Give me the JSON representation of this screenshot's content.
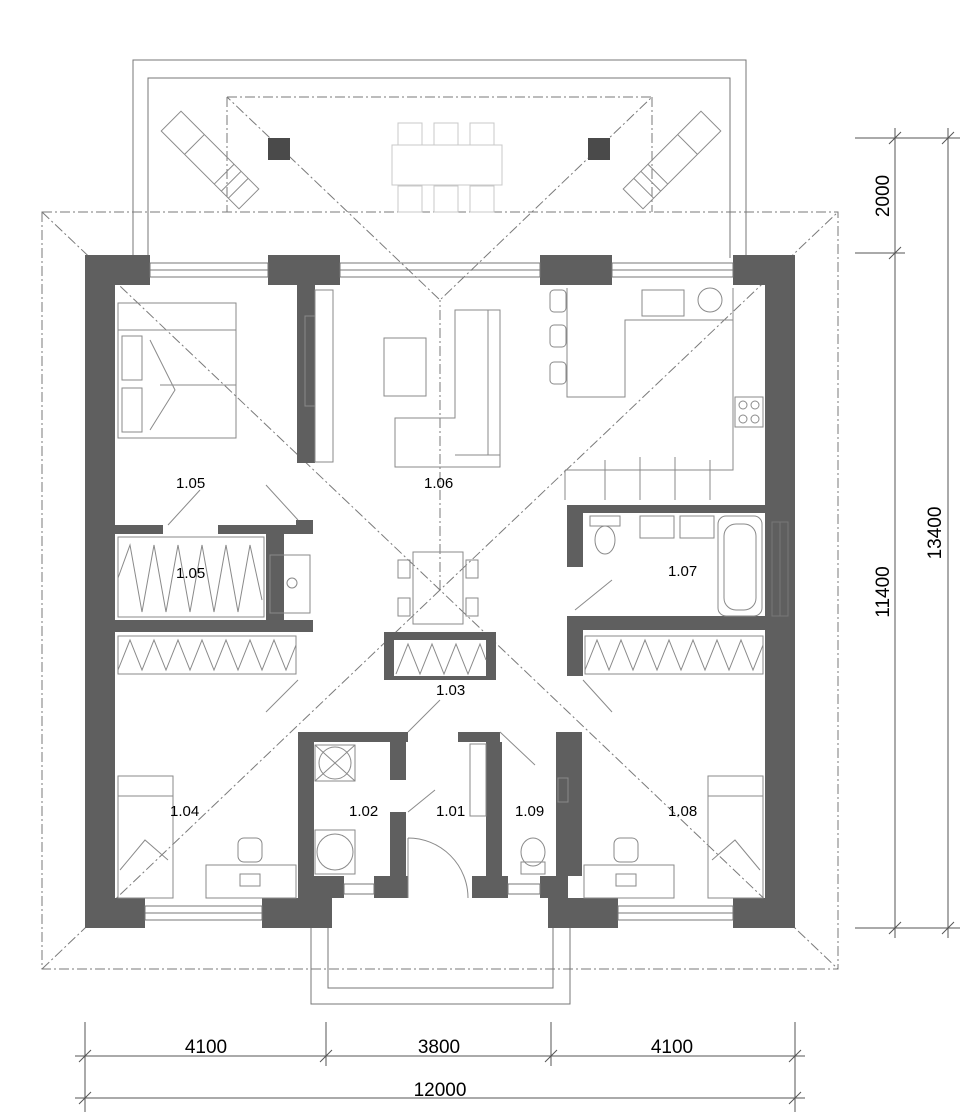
{
  "rooms": {
    "r105a": "1.05",
    "r106": "1.06",
    "r105b": "1.05",
    "r107": "1.07",
    "r103": "1.03",
    "r104": "1.04",
    "r102": "1.02",
    "r101": "1.01",
    "r109": "1.09",
    "r108": "1.08"
  },
  "dimensions": {
    "bottom_left": "4100",
    "bottom_mid": "3800",
    "bottom_right": "4100",
    "bottom_total": "12000",
    "right_top": "2000",
    "right_main": "11400",
    "right_total": "13400"
  },
  "colors": {
    "wall": "#5f5f5f",
    "line": "#777777",
    "background": "#ffffff"
  }
}
